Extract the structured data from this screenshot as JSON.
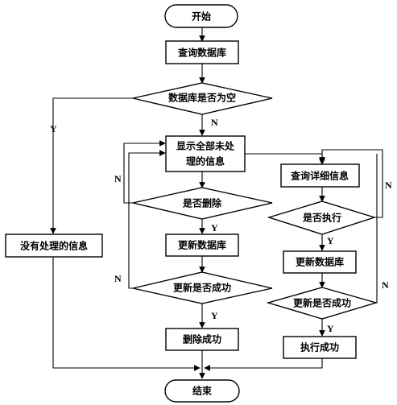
{
  "diagram": {
    "nodes": {
      "start": "开始",
      "query_db": "查询数据库",
      "db_empty_decision": "数据库是否为空",
      "no_info": "没有处理的信息",
      "show_line1": "显示全部未处",
      "show_line2": "理的信息",
      "delete_decision": "是否删除",
      "update_db_left": "更新数据库",
      "update_success_left": "更新是否成功",
      "delete_success": "删除成功",
      "query_detail": "查询详细信息",
      "execute_decision": "是否执行",
      "update_db_right": "更新数据库",
      "update_success_right": "更新是否成功",
      "execute_success": "执行成功",
      "end": "结束"
    },
    "edge_labels": {
      "yes": "Y",
      "no": "N"
    }
  }
}
